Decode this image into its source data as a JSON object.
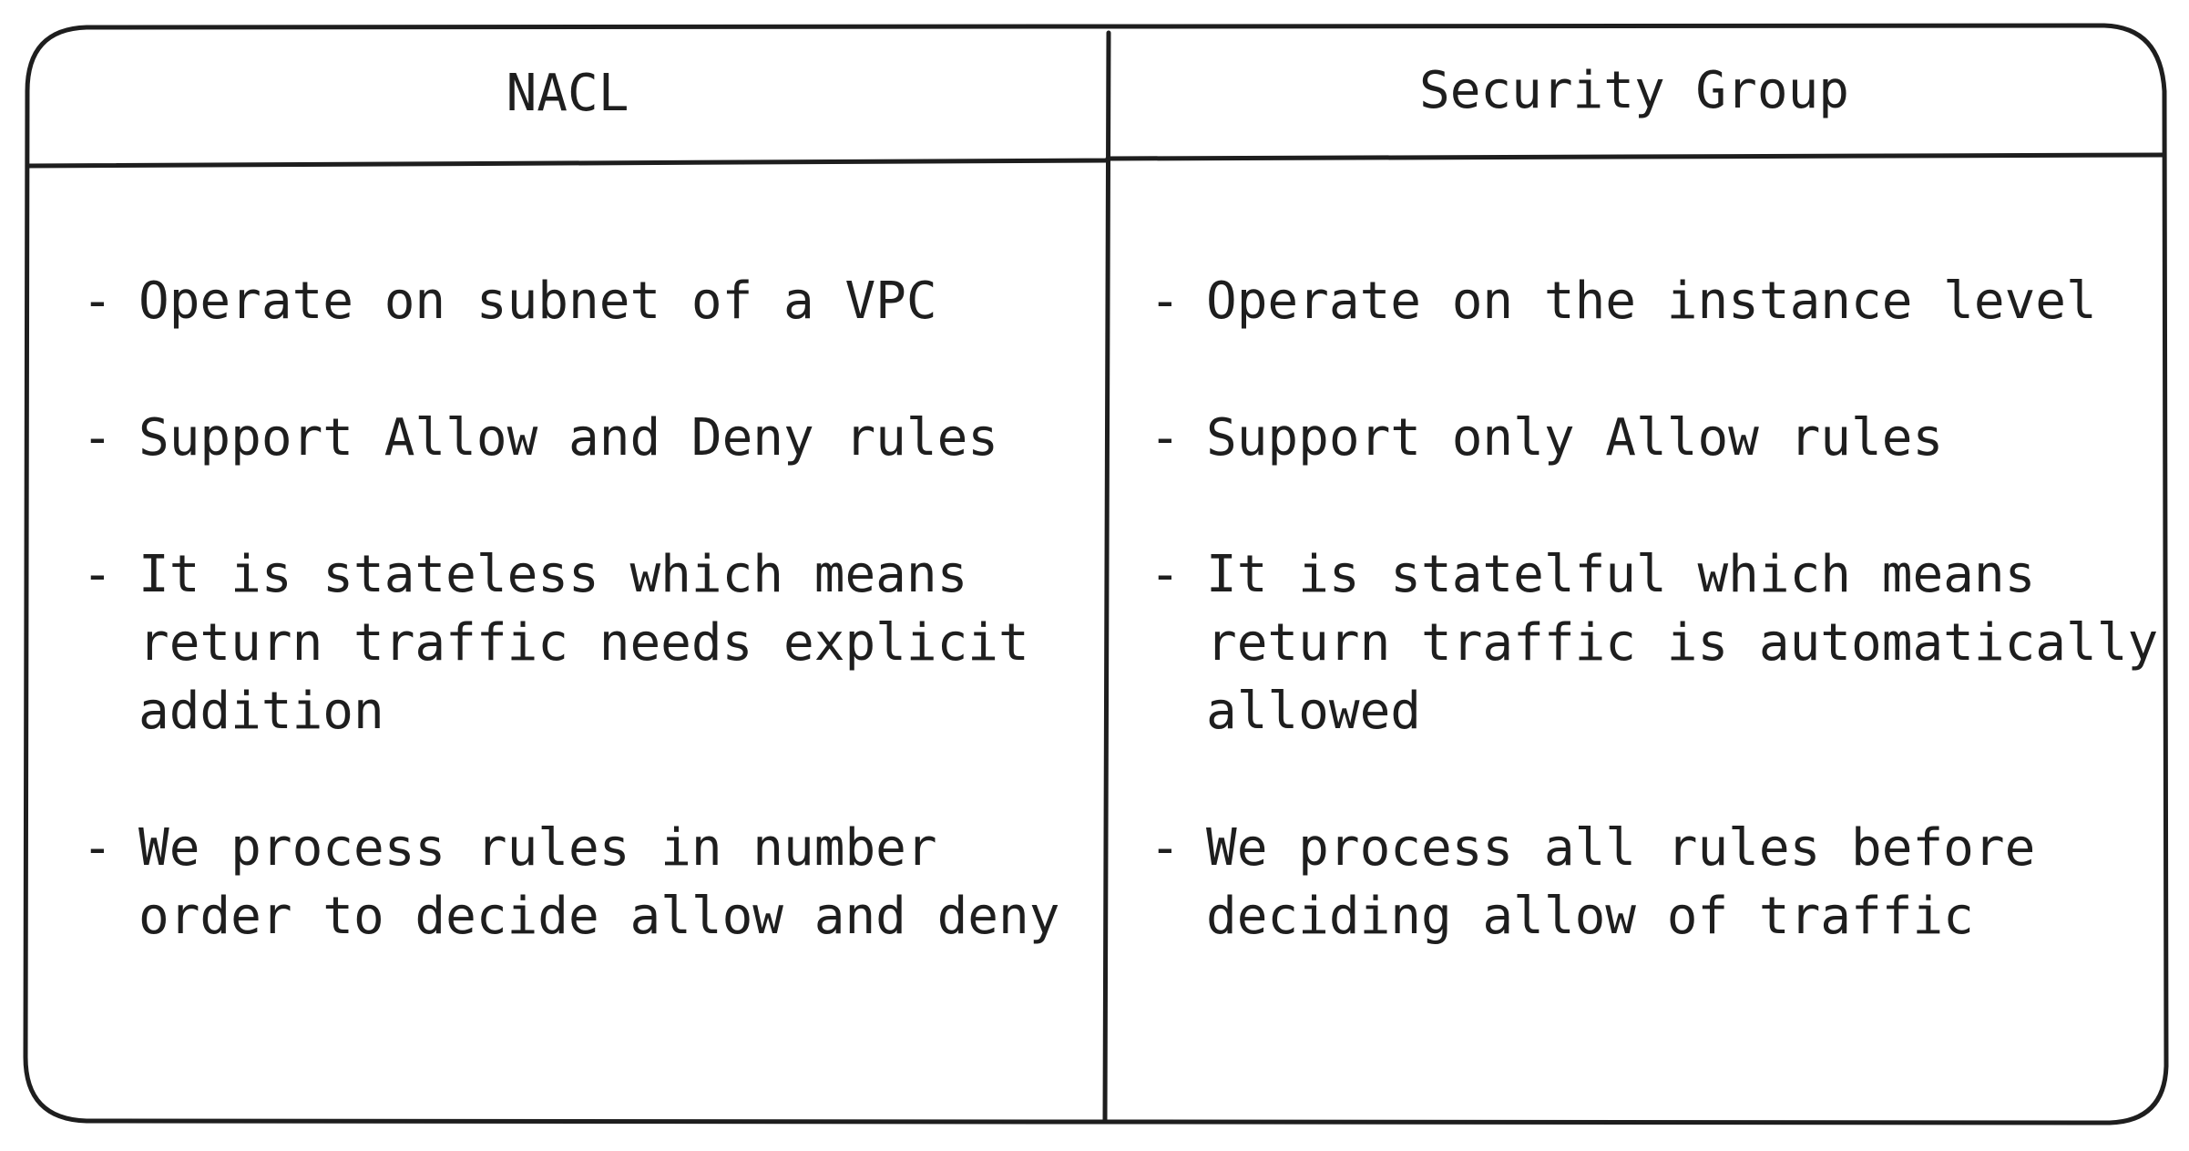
{
  "columns": [
    {
      "title": "NACL",
      "items": [
        {
          "bullet": "-",
          "text": "Operate on subnet of a VPC"
        },
        {
          "bullet": "-",
          "text": "Support Allow and Deny rules"
        },
        {
          "bullet": "-",
          "text": "It is stateless which means\nreturn traffic needs explicit\naddition"
        },
        {
          "bullet": "-",
          "text": "We process rules in number\norder to decide allow and deny"
        }
      ]
    },
    {
      "title": "Security Group",
      "items": [
        {
          "bullet": "-",
          "text": "Operate on the instance level"
        },
        {
          "bullet": "-",
          "text": "Support only Allow rules"
        },
        {
          "bullet": "-",
          "text": "It is statelful which means\nreturn traffic is automatically\nallowed"
        },
        {
          "bullet": "-",
          "text": "We process all rules before\ndeciding allow of traffic"
        }
      ]
    }
  ],
  "colors": {
    "stroke": "#1e1e1e",
    "text": "#1e1e1e",
    "background": "#ffffff"
  }
}
